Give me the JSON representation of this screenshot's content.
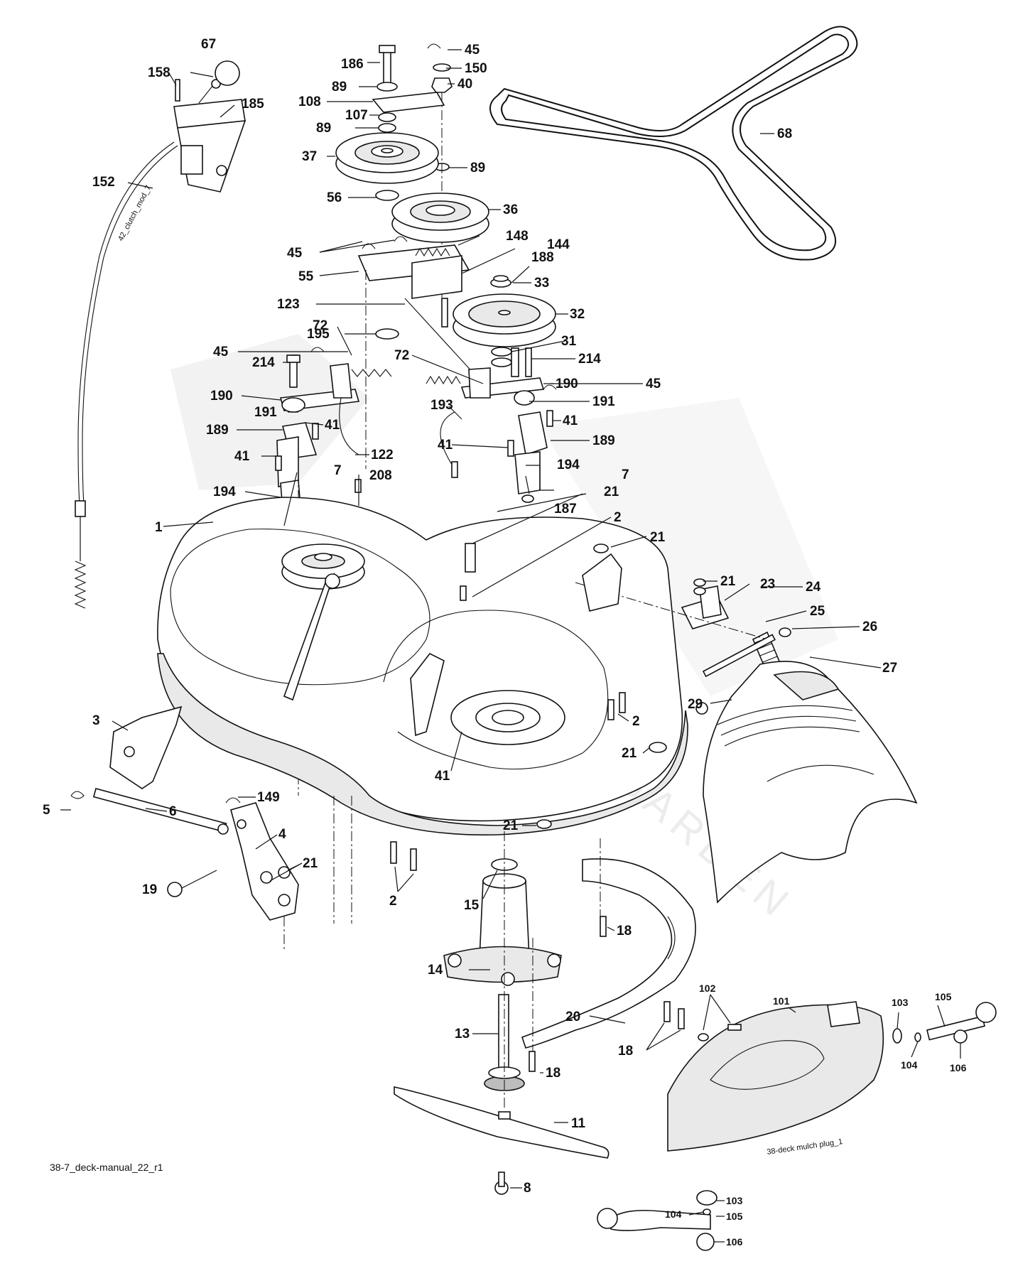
{
  "diagram": {
    "caption": "38-7_deck-manual_22_r1",
    "cable_tag": "42_clutch_mod_7",
    "mulch_plug_tag": "38-deck mulch plug_1",
    "watermark": "GARDEN"
  },
  "callouts": [
    {
      "id": "c67",
      "text": "67"
    },
    {
      "id": "c158",
      "text": "158"
    },
    {
      "id": "c185",
      "text": "185"
    },
    {
      "id": "c152",
      "text": "152"
    },
    {
      "id": "c186",
      "text": "186"
    },
    {
      "id": "c45a",
      "text": "45"
    },
    {
      "id": "c150",
      "text": "150"
    },
    {
      "id": "c89a",
      "text": "89"
    },
    {
      "id": "c40",
      "text": "40"
    },
    {
      "id": "c108",
      "text": "108"
    },
    {
      "id": "c107",
      "text": "107"
    },
    {
      "id": "c89b",
      "text": "89"
    },
    {
      "id": "c37",
      "text": "37"
    },
    {
      "id": "c89c",
      "text": "89"
    },
    {
      "id": "c68",
      "text": "68"
    },
    {
      "id": "c36",
      "text": "36"
    },
    {
      "id": "c56",
      "text": "56"
    },
    {
      "id": "c148",
      "text": "148"
    },
    {
      "id": "c45b",
      "text": "45"
    },
    {
      "id": "c144",
      "text": "144"
    },
    {
      "id": "c55",
      "text": "55"
    },
    {
      "id": "c188",
      "text": "188"
    },
    {
      "id": "c33",
      "text": "33"
    },
    {
      "id": "c123",
      "text": "123"
    },
    {
      "id": "c32",
      "text": "32"
    },
    {
      "id": "c195",
      "text": "195"
    },
    {
      "id": "c72a",
      "text": "72"
    },
    {
      "id": "c31",
      "text": "31"
    },
    {
      "id": "c45c",
      "text": "45"
    },
    {
      "id": "c72b",
      "text": "72"
    },
    {
      "id": "c214a",
      "text": "214"
    },
    {
      "id": "c214b",
      "text": "214"
    },
    {
      "id": "c190a",
      "text": "190"
    },
    {
      "id": "c45d",
      "text": "45"
    },
    {
      "id": "c190b",
      "text": "190"
    },
    {
      "id": "c191a",
      "text": "191"
    },
    {
      "id": "c191b",
      "text": "191"
    },
    {
      "id": "c193",
      "text": "193"
    },
    {
      "id": "c41a",
      "text": "41"
    },
    {
      "id": "c41b",
      "text": "41"
    },
    {
      "id": "c189a",
      "text": "189"
    },
    {
      "id": "c189b",
      "text": "189"
    },
    {
      "id": "c41c",
      "text": "41"
    },
    {
      "id": "c122",
      "text": "122"
    },
    {
      "id": "c41d",
      "text": "41"
    },
    {
      "id": "c194a",
      "text": "194"
    },
    {
      "id": "c7a",
      "text": "7"
    },
    {
      "id": "c208",
      "text": "208"
    },
    {
      "id": "c7b",
      "text": "7"
    },
    {
      "id": "c194b",
      "text": "194"
    },
    {
      "id": "c21a",
      "text": "21"
    },
    {
      "id": "c187",
      "text": "187"
    },
    {
      "id": "c1",
      "text": "1"
    },
    {
      "id": "c2a",
      "text": "2"
    },
    {
      "id": "c21b",
      "text": "21"
    },
    {
      "id": "c21c",
      "text": "21"
    },
    {
      "id": "c23",
      "text": "23"
    },
    {
      "id": "c24",
      "text": "24"
    },
    {
      "id": "c25",
      "text": "25"
    },
    {
      "id": "c26",
      "text": "26"
    },
    {
      "id": "c27",
      "text": "27"
    },
    {
      "id": "c29",
      "text": "29"
    },
    {
      "id": "c3",
      "text": "3"
    },
    {
      "id": "c2b",
      "text": "2"
    },
    {
      "id": "c21d",
      "text": "21"
    },
    {
      "id": "c41e",
      "text": "41"
    },
    {
      "id": "c149",
      "text": "149"
    },
    {
      "id": "c5",
      "text": "5"
    },
    {
      "id": "c6",
      "text": "6"
    },
    {
      "id": "c4",
      "text": "4"
    },
    {
      "id": "c21e",
      "text": "21"
    },
    {
      "id": "c21f",
      "text": "21"
    },
    {
      "id": "c19",
      "text": "19"
    },
    {
      "id": "c2c",
      "text": "2"
    },
    {
      "id": "c15",
      "text": "15"
    },
    {
      "id": "c18a",
      "text": "18"
    },
    {
      "id": "c14",
      "text": "14"
    },
    {
      "id": "c102",
      "text": "102"
    },
    {
      "id": "c101",
      "text": "101"
    },
    {
      "id": "c103a",
      "text": "103"
    },
    {
      "id": "c105a",
      "text": "105"
    },
    {
      "id": "c20",
      "text": "20"
    },
    {
      "id": "c104a",
      "text": "104"
    },
    {
      "id": "c106a",
      "text": "106"
    },
    {
      "id": "c13",
      "text": "13"
    },
    {
      "id": "c18b",
      "text": "18"
    },
    {
      "id": "c18c",
      "text": "18"
    },
    {
      "id": "c11",
      "text": "11"
    },
    {
      "id": "c8",
      "text": "8"
    },
    {
      "id": "c103b",
      "text": "103"
    },
    {
      "id": "c104b",
      "text": "104"
    },
    {
      "id": "c105b",
      "text": "105"
    },
    {
      "id": "c106b",
      "text": "106"
    }
  ]
}
